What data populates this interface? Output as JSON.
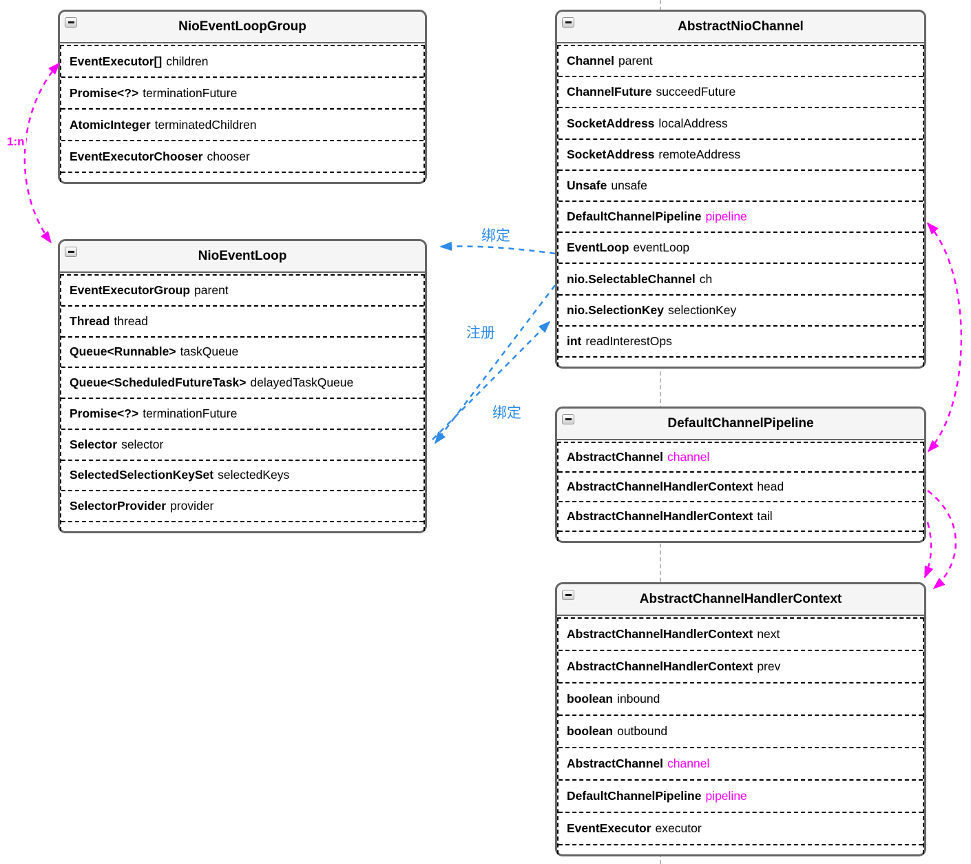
{
  "colors": {
    "magenta": "#ff00ff",
    "blue": "#2e8be8",
    "box_border": "#666666",
    "title_background": "#f5f5f5",
    "field_divider": "#000000",
    "page_line": "#b8b8b8"
  },
  "icons": {
    "collapse": "collapse-minus-icon"
  },
  "classes": [
    {
      "id": "NioEventLoopGroup",
      "title": "NioEventLoopGroup",
      "fields": [
        {
          "type": "EventExecutor[]",
          "name": "children"
        },
        {
          "type": "Promise<?>",
          "name": "terminationFuture"
        },
        {
          "type": "AtomicInteger",
          "name": "terminatedChildren"
        },
        {
          "type": "EventExecutorChooser",
          "name": "chooser"
        }
      ]
    },
    {
      "id": "NioEventLoop",
      "title": "NioEventLoop",
      "fields": [
        {
          "type": "EventExecutorGroup",
          "name": "parent"
        },
        {
          "type": "Thread",
          "name": "thread"
        },
        {
          "type": "Queue<Runnable>",
          "name": "taskQueue"
        },
        {
          "type": "Queue<ScheduledFutureTask>",
          "name": "delayedTaskQueue"
        },
        {
          "type": "Promise<?>",
          "name": "terminationFuture"
        },
        {
          "type": "Selector",
          "name": "selector"
        },
        {
          "type": "SelectedSelectionKeySet",
          "name": "selectedKeys"
        },
        {
          "type": "SelectorProvider",
          "name": "provider"
        }
      ]
    },
    {
      "id": "AbstractNioChannel",
      "title": "AbstractNioChannel",
      "fields": [
        {
          "type": "Channel",
          "name": "parent"
        },
        {
          "type": "ChannelFuture",
          "name": "succeedFuture"
        },
        {
          "type": "SocketAddress",
          "name": "localAddress"
        },
        {
          "type": "SocketAddress",
          "name": "remoteAddress"
        },
        {
          "type": "Unsafe",
          "name": "unsafe"
        },
        {
          "type": "DefaultChannelPipeline",
          "name": "pipeline",
          "accent": true
        },
        {
          "type": "EventLoop",
          "name": "eventLoop"
        },
        {
          "type": "nio.SelectableChannel",
          "name": "ch"
        },
        {
          "type": "nio.SelectionKey",
          "name": "selectionKey"
        },
        {
          "type": "int",
          "name": "readInterestOps"
        }
      ]
    },
    {
      "id": "DefaultChannelPipeline",
      "title": "DefaultChannelPipeline",
      "fields": [
        {
          "type": "AbstractChannel",
          "name": "channel",
          "accent": true
        },
        {
          "type": "AbstractChannelHandlerContext",
          "name": "head"
        },
        {
          "type": "AbstractChannelHandlerContext",
          "name": "tail"
        }
      ]
    },
    {
      "id": "AbstractChannelHandlerContext",
      "title": "AbstractChannelHandlerContext",
      "fields": [
        {
          "type": "AbstractChannelHandlerContext",
          "name": "next"
        },
        {
          "type": "AbstractChannelHandlerContext",
          "name": "prev"
        },
        {
          "type": "boolean",
          "name": "inbound"
        },
        {
          "type": "boolean",
          "name": "outbound"
        },
        {
          "type": "AbstractChannel",
          "name": "channel",
          "accent": true
        },
        {
          "type": "DefaultChannelPipeline",
          "name": "pipeline",
          "accent": true
        },
        {
          "type": "EventExecutor",
          "name": "executor"
        }
      ]
    }
  ],
  "edges": [
    {
      "id": "one-to-n",
      "label": "1:n",
      "color": "magenta",
      "style": "double-arrow",
      "from": "NioEventLoopGroup.children",
      "to": "NioEventLoop"
    },
    {
      "id": "bind-eventloop",
      "label": "绑定",
      "color": "blue",
      "style": "arrow",
      "from": "AbstractNioChannel.eventLoop",
      "to": "NioEventLoop"
    },
    {
      "id": "register",
      "label": "注册",
      "color": "blue",
      "style": "arrow",
      "from": "AbstractNioChannel.ch",
      "to": "NioEventLoop.selector"
    },
    {
      "id": "bind-selectionkey",
      "label": "绑定",
      "color": "blue",
      "style": "arrow",
      "from": "NioEventLoop.selector",
      "to": "AbstractNioChannel.selectionKey"
    },
    {
      "id": "pipeline-channel",
      "label": "",
      "color": "magenta",
      "style": "double-arrow",
      "from": "AbstractNioChannel.pipeline",
      "to": "DefaultChannelPipeline.channel"
    },
    {
      "id": "head-context",
      "label": "",
      "color": "magenta",
      "style": "arrow",
      "from": "DefaultChannelPipeline.head",
      "to": "AbstractChannelHandlerContext"
    },
    {
      "id": "tail-context",
      "label": "",
      "color": "magenta",
      "style": "arrow",
      "from": "DefaultChannelPipeline.tail",
      "to": "AbstractChannelHandlerContext"
    }
  ]
}
